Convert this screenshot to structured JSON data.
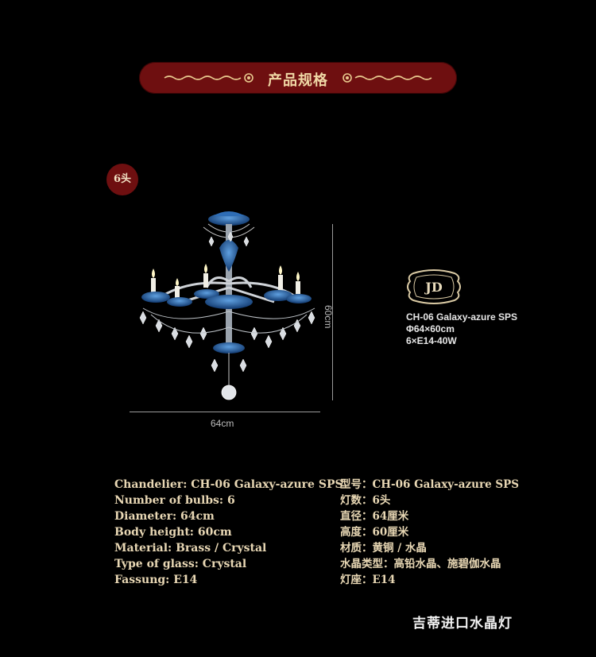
{
  "banner": {
    "title": "产品规格"
  },
  "badge": {
    "text": "6头"
  },
  "dimensions": {
    "height_label": "60cm",
    "width_label": "64cm"
  },
  "logo": {
    "text": "JD"
  },
  "model": {
    "name": "CH-06 Galaxy-azure SPS",
    "size": "Φ64×60cm",
    "bulbs": "6×E14-40W"
  },
  "specs_en": [
    "Chandelier: CH-06 Galaxy-azure SPS",
    "Number of bulbs: 6",
    "Diameter: 64cm",
    "Body height: 60cm",
    "Material: Brass / Crystal",
    "Type of glass: Crystal",
    "Fassung: E14"
  ],
  "specs_cn": [
    "型号：CH-06 Galaxy-azure SPS",
    "灯数：6头",
    "直径：64厘米",
    "高度：60厘米",
    "材质：黄铜 / 水晶",
    "水晶类型：高铅水晶、施碧伽水晶",
    "灯座：E14"
  ],
  "brand": {
    "text": "吉蒂进口水晶灯"
  },
  "colors": {
    "banner_red": "#6e0f10",
    "gold_text": "#e8d7b4",
    "crystal_blue": "#1f4f8f"
  }
}
